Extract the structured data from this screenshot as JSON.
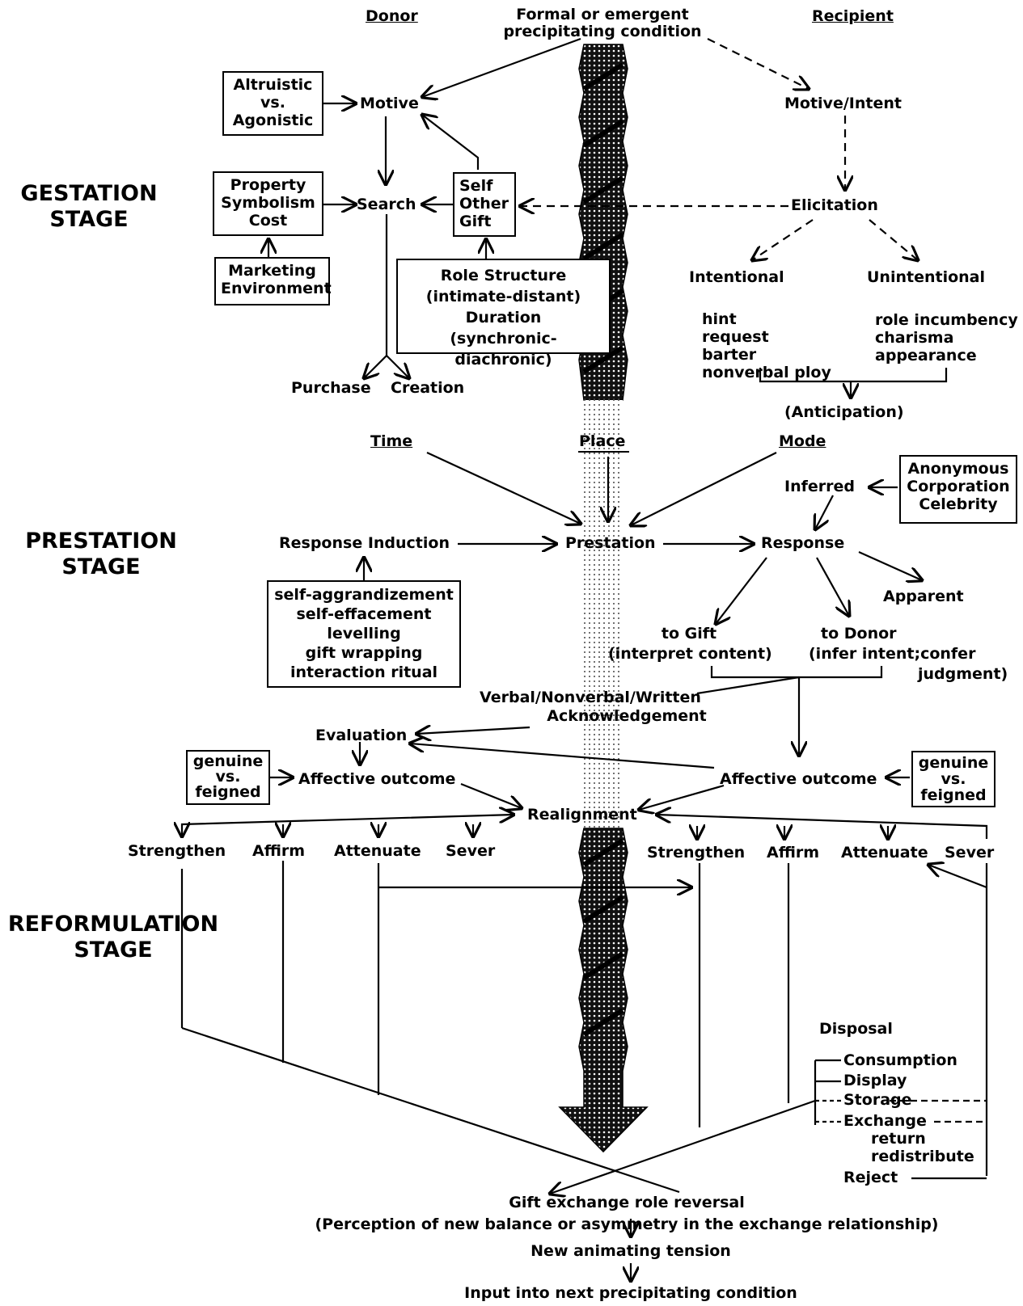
{
  "headers": {
    "donor": "Donor",
    "recipient": "Recipient"
  },
  "precipitating": [
    "Formal or emergent",
    "precipitating condition"
  ],
  "stages": {
    "gestation": [
      "GESTATION",
      "STAGE"
    ],
    "prestation": [
      "PRESTATION",
      "STAGE"
    ],
    "reformulation": [
      "REFORMULATION",
      "STAGE"
    ]
  },
  "gestation": {
    "motive_box": [
      "Altruistic",
      "vs.",
      "Agonistic"
    ],
    "motive": "Motive",
    "property_box": [
      "Property",
      "Symbolism",
      "Cost"
    ],
    "search": "Search",
    "self_box": [
      "Self",
      "Other",
      "Gift"
    ],
    "marketing_box": [
      "Marketing",
      "Environment"
    ],
    "role_box": [
      "Role Structure",
      "(intimate-distant)",
      "Duration",
      "(synchronic-diachronic)"
    ],
    "purchase": "Purchase",
    "creation": "Creation",
    "motive_intent": "Motive/Intent",
    "elicitation": "Elicitation",
    "intentional": "Intentional",
    "unintentional": "Unintentional",
    "intentional_items": [
      "hint",
      "request",
      "barter",
      "nonverbal ploy"
    ],
    "unintentional_items": [
      "role incumbency",
      "charisma",
      "appearance"
    ],
    "anticipation": "(Anticipation)"
  },
  "prestation": {
    "time": "Time",
    "place": "Place",
    "mode": "Mode",
    "inferred": "Inferred",
    "anon_box": [
      "Anonymous",
      "Corporation",
      "Celebrity"
    ],
    "response_induction": "Response Induction",
    "prestation": "Prestation",
    "response": "Response",
    "induction_box": [
      "self-aggrandizement",
      "self-effacement",
      "levelling",
      "gift wrapping",
      "interaction ritual"
    ],
    "apparent": "Apparent",
    "to_gift": [
      "to Gift",
      "(interpret content)"
    ],
    "to_donor": [
      "to Donor",
      "(infer intent;confer",
      "judgment)"
    ],
    "acknowledgement": [
      "Verbal/Nonverbal/Written",
      "Acknowledgement"
    ],
    "evaluation": "Evaluation",
    "genuine_box_left": [
      "genuine",
      "vs.",
      "feigned"
    ],
    "affective_left": "Affective outcome",
    "affective_right": "Affective outcome",
    "genuine_box_right": [
      "genuine",
      "vs.",
      "feigned"
    ],
    "realignment": "Realignment"
  },
  "reformulation": {
    "outcomes_left": [
      "Strengthen",
      "Affirm",
      "Attenuate",
      "Sever"
    ],
    "outcomes_right": [
      "Strengthen",
      "Affirm",
      "Attenuate",
      "Sever"
    ],
    "disposal": "Disposal",
    "disposal_items": [
      "Consumption",
      "Display",
      "Storage",
      "Exchange",
      "return",
      "redistribute",
      "Reject"
    ],
    "role_reversal": [
      "Gift exchange role reversal",
      "(Perception of new balance or asymmetry in the exchange relationship)"
    ],
    "new_tension": "New animating tension",
    "next_input": "Input into next precipitating condition"
  }
}
